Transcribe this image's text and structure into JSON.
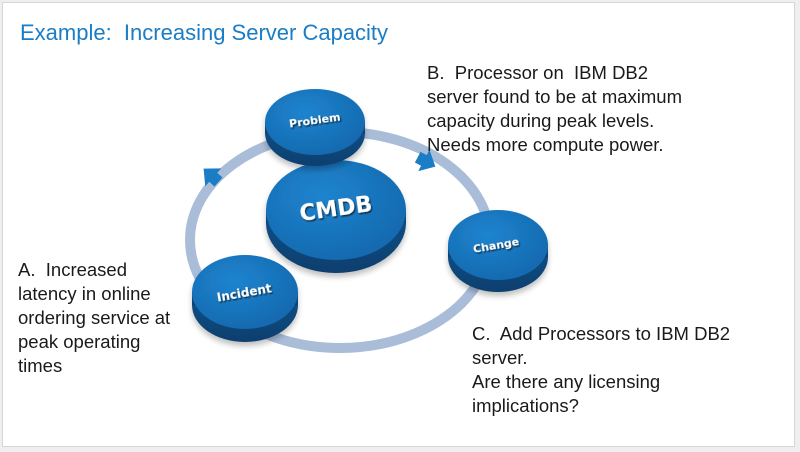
{
  "slide": {
    "title": "Example:  Increasing Server Capacity"
  },
  "diagram": {
    "center": {
      "label": "CMDB"
    },
    "nodes": [
      {
        "id": "problem",
        "label": "Problem"
      },
      {
        "id": "change",
        "label": "Change"
      },
      {
        "id": "incident",
        "label": "Incident"
      }
    ],
    "cycle_direction": "clockwise: Incident → Problem → Change",
    "colors": {
      "title": "#1a7dc5",
      "disc_top": "#1774bd",
      "disc_side": "#0d4f8a",
      "ring": "#a9bcd8",
      "arrow": "#1a7dc5"
    }
  },
  "notes": {
    "a": "A.  Increased\nlatency in online\nordering service at\npeak operating\ntimes",
    "b": "B.  Processor on  IBM DB2\nserver found to be at maximum\ncapacity during peak levels.\nNeeds more compute power.",
    "c": "C.  Add Processors to IBM DB2\nserver.\nAre there any licensing\nimplications?"
  }
}
